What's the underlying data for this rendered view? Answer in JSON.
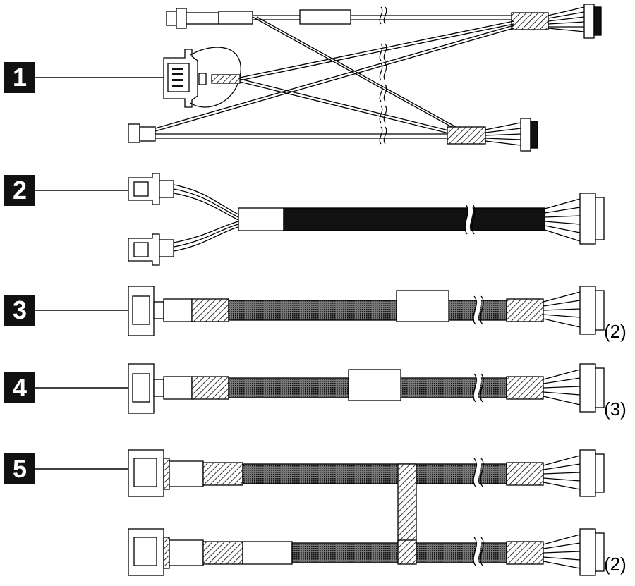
{
  "figure": {
    "callouts": [
      {
        "number": "1"
      },
      {
        "number": "2"
      },
      {
        "number": "3"
      },
      {
        "number": "4"
      },
      {
        "number": "5"
      }
    ],
    "quantities": {
      "cable3": "(2)",
      "cable4": "(3)",
      "cable5": "(2)"
    },
    "colors": {
      "line": "#000000",
      "fill_dark": "#111111",
      "background": "#ffffff"
    }
  }
}
